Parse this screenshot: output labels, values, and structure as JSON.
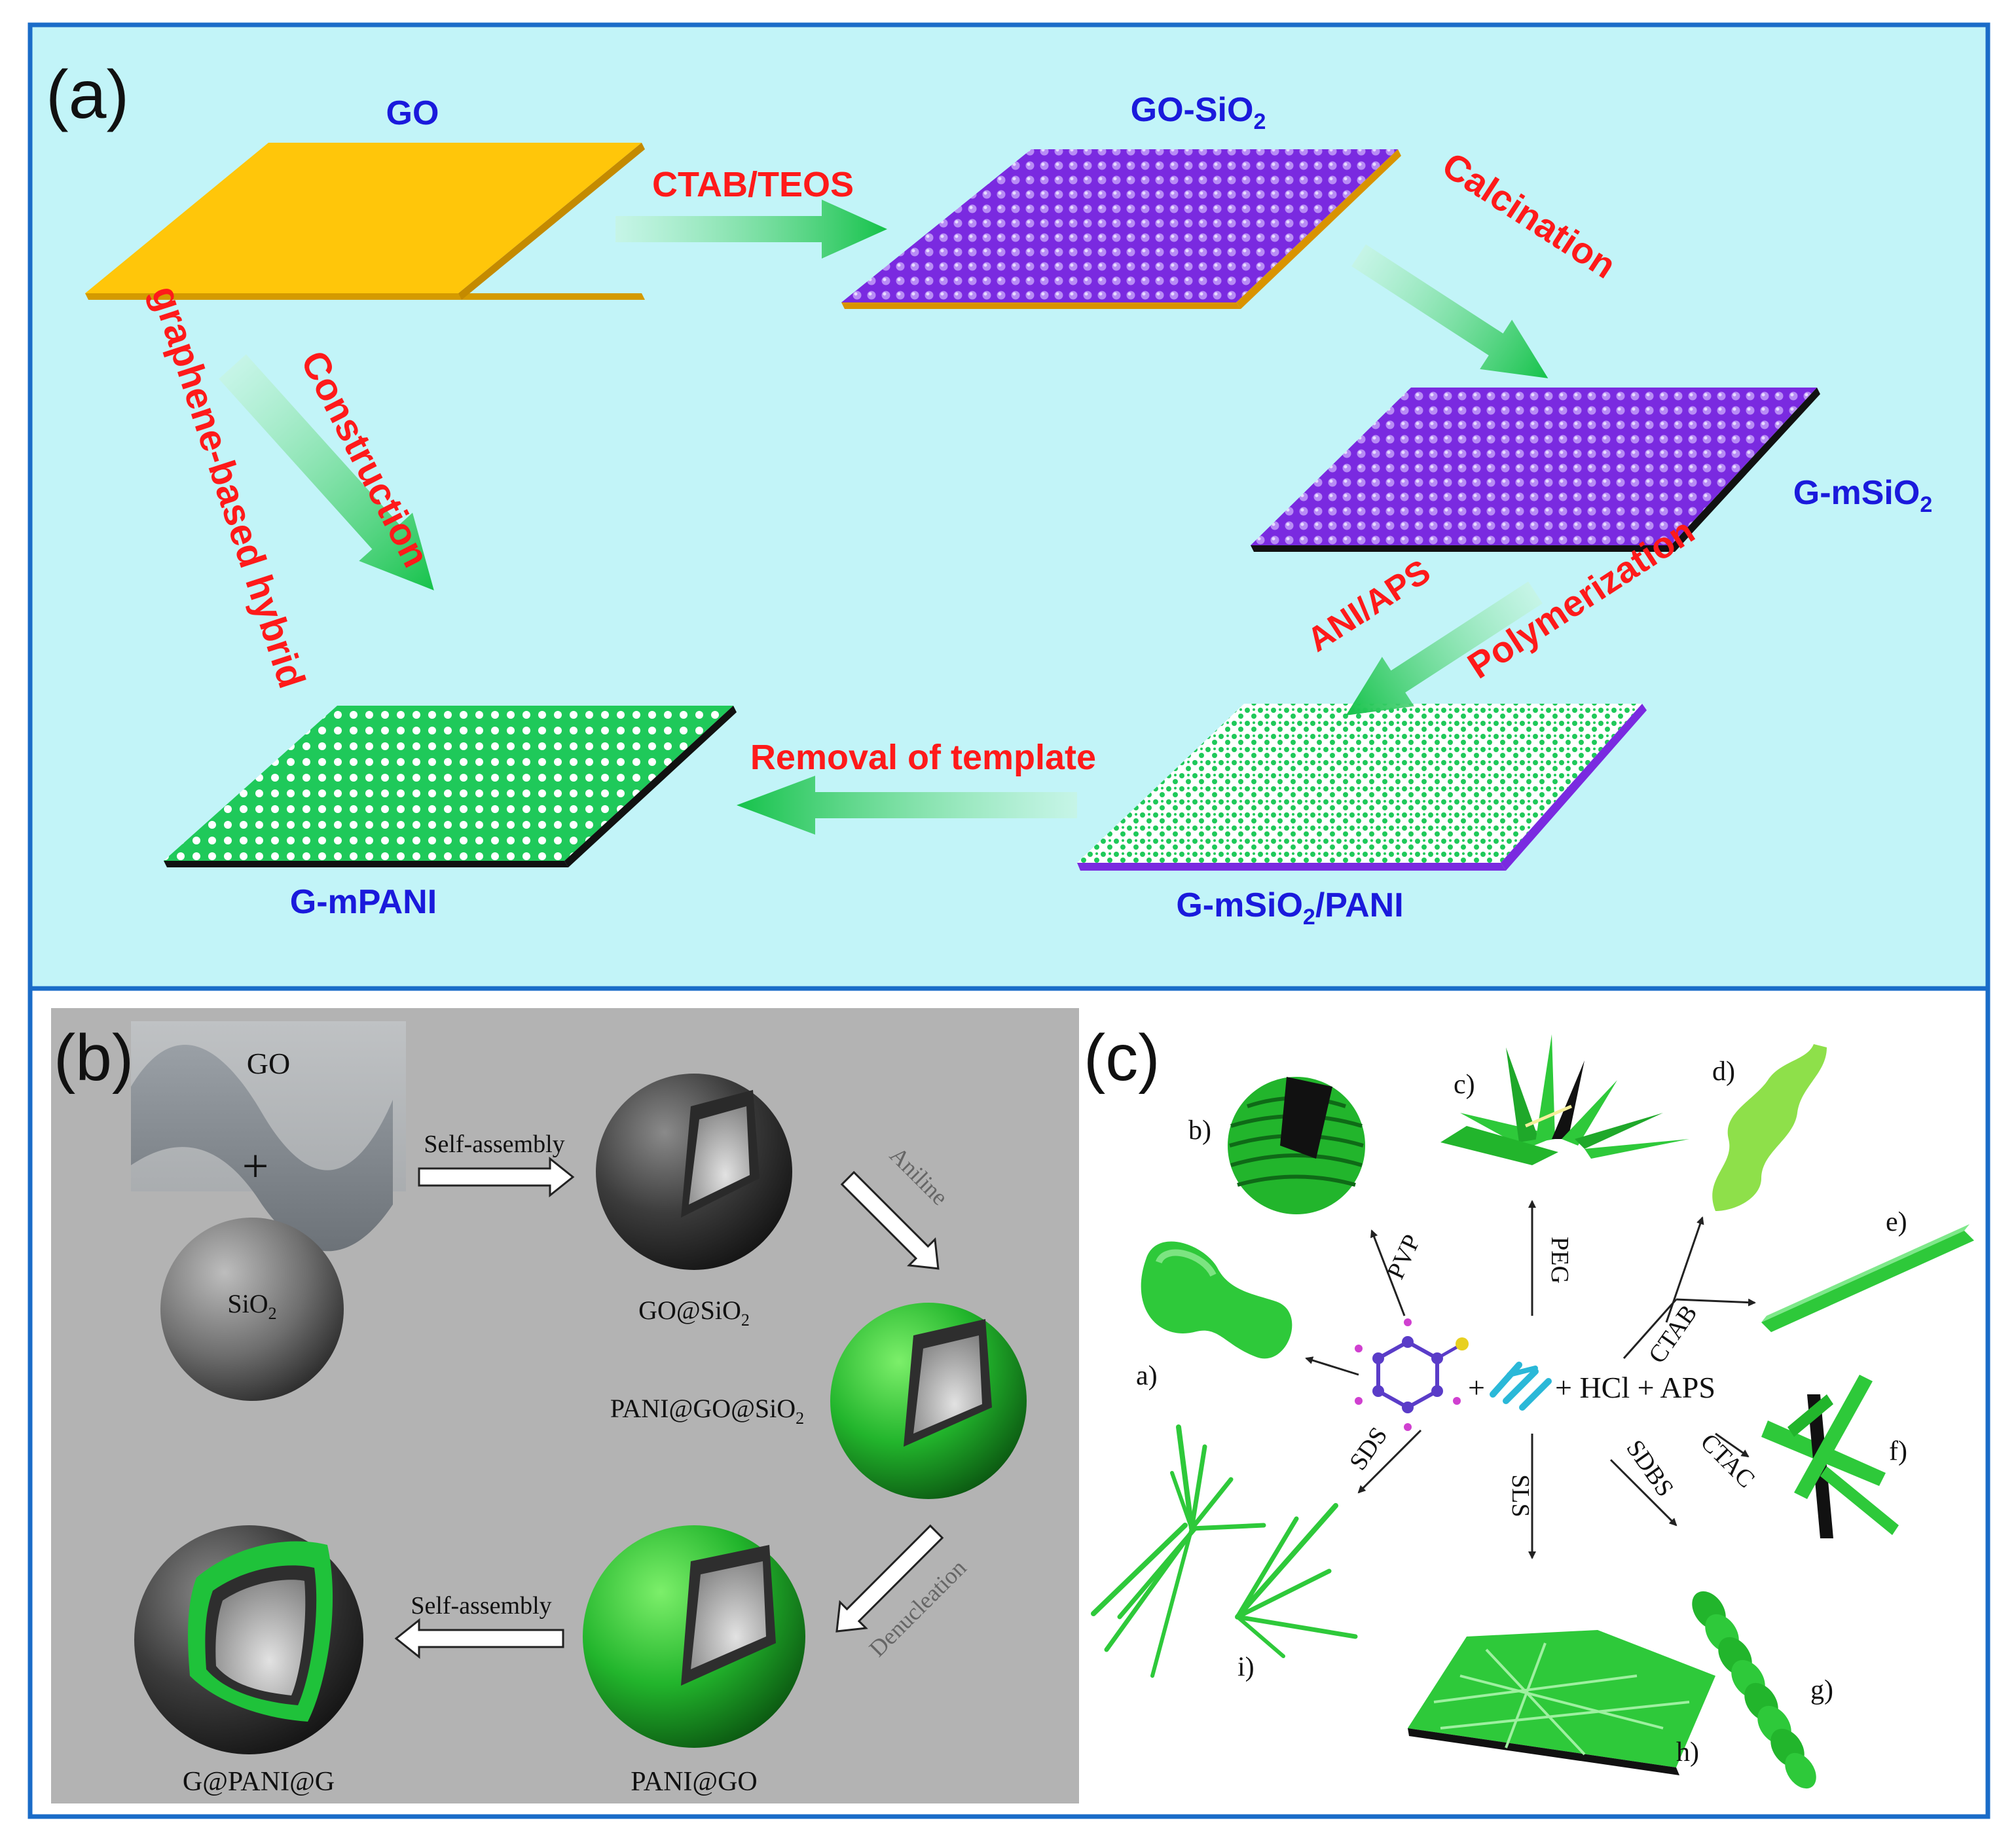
{
  "panel_a": {
    "label": "(a)",
    "go": "GO",
    "go_sio2": "GO-SiO",
    "go_sio2_sub": "2",
    "g_msio2": "G-mSiO",
    "g_msio2_sub": "2",
    "g_msio2_pani": "G-mSiO",
    "g_msio2_pani_sub": "2",
    "g_msio2_pani_tail": "/PANI",
    "g_mpani": "G-mPANI",
    "ctab_teos": "CTAB/TEOS",
    "calcination": "Calcination",
    "ani_aps": "ANI/APS",
    "polymerization": "Polymerization",
    "removal": "Removal of template",
    "construction": "Construction",
    "hybrid": "graphene-based hybrid",
    "colors": {
      "background": "#c2f4f8",
      "frame": "#1a6cc8",
      "label_blue": "#1a1adc",
      "label_red": "#ff1a1a",
      "gold": "#ffc60a",
      "purple": "#7a2ae0",
      "green": "#1fc95a"
    }
  },
  "panel_b": {
    "label": "(b)",
    "go": "GO",
    "plus": "+",
    "sio2": "SiO",
    "sio2_sub": "2",
    "self_assembly_1": "Self-assembly",
    "go_at_sio2": "GO@SiO",
    "go_at_sio2_sub": "2",
    "aniline": "Aniline",
    "pani_go_sio2": "PANI@GO@SiO",
    "pani_go_sio2_sub": "2",
    "denucleation": "Denucleation",
    "pani_at_go": "PANI@GO",
    "self_assembly_2": "Self-assembly",
    "g_pani_g": "G@PANI@G",
    "colors": {
      "background": "#b3b3b3"
    }
  },
  "panel_c": {
    "label": "(c)",
    "a": "a)",
    "b": "b)",
    "c": "c)",
    "d": "d)",
    "e": "e)",
    "f": "f)",
    "g": "g)",
    "h": "h)",
    "i": "i)",
    "pvp": "PVP",
    "peg": "PEG",
    "ctab": "CTAB",
    "ctac": "CTAC",
    "sds": "SDS",
    "sls": "SLS",
    "sdbs": "SDBS",
    "plus": "+",
    "reagents": "+ HCl + APS",
    "colors": {
      "background": "#ffffff",
      "green": "#2ec93a",
      "light_green": "#8ee04a"
    }
  }
}
